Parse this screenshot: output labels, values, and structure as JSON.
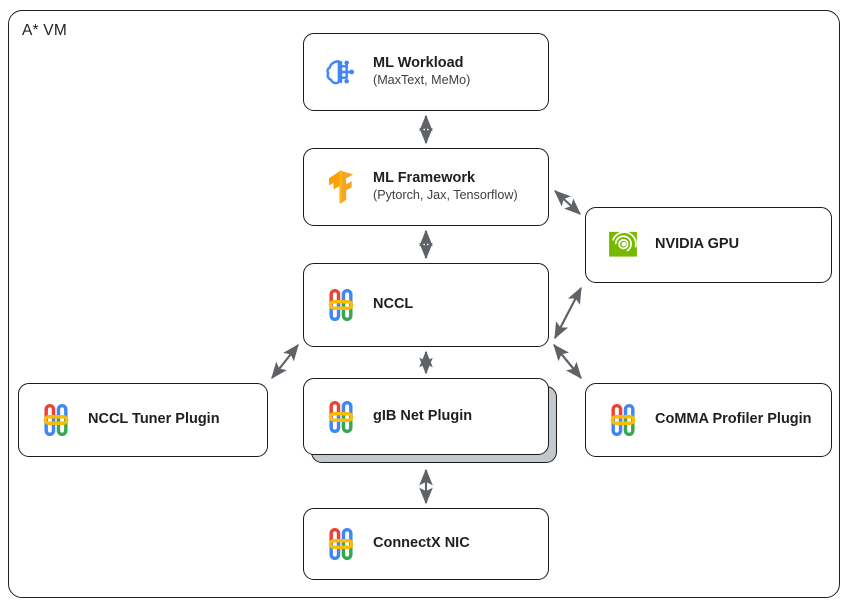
{
  "diagram": {
    "container_label": "A* VM",
    "type": "architecture-stack-diagram",
    "colors": {
      "border": "#1a1a1a",
      "text": "#1f1f1f",
      "arrow": "#5f6368",
      "stack_shadow": "#c2c8cc",
      "nvidia_green": "#76b900",
      "tensorflow_orange": "#ff9e0b",
      "workload_blue": "#4285f4",
      "google_red": "#ea4335",
      "google_blue": "#4285f4",
      "google_yellow": "#fbbc04",
      "google_green": "#34a853"
    },
    "nodes": [
      {
        "id": "ml-workload",
        "title": "ML Workload",
        "subtitle": "(MaxText, MeMo)",
        "icon": "brain-circuit-icon"
      },
      {
        "id": "ml-framework",
        "title": "ML Framework",
        "subtitle": "(Pytorch, Jax, Tensorflow)",
        "icon": "tensorflow-icon"
      },
      {
        "id": "nccl",
        "title": "NCCL",
        "subtitle": "",
        "icon": "nccl-link-icon"
      },
      {
        "id": "nvidia-gpu",
        "title": "NVIDIA GPU",
        "subtitle": "",
        "icon": "nvidia-eye-icon"
      },
      {
        "id": "nccl-tuner-plugin",
        "title": "NCCL Tuner Plugin",
        "subtitle": "",
        "icon": "nccl-link-icon"
      },
      {
        "id": "gib-net-plugin",
        "title": "gIB Net Plugin",
        "subtitle": "",
        "icon": "nccl-link-icon"
      },
      {
        "id": "comma-profiler-plugin",
        "title": "CoMMA Profiler Plugin",
        "subtitle": "",
        "icon": "nccl-link-icon"
      },
      {
        "id": "connectx-nic",
        "title": "ConnectX NIC",
        "subtitle": "",
        "icon": "nccl-link-icon"
      }
    ],
    "connections": [
      {
        "from": "ml-workload",
        "to": "ml-framework",
        "style": "bidirectional-vertical"
      },
      {
        "from": "ml-framework",
        "to": "nccl",
        "style": "bidirectional-vertical"
      },
      {
        "from": "ml-framework",
        "to": "nvidia-gpu",
        "style": "bidirectional-diagonal"
      },
      {
        "from": "nccl",
        "to": "nvidia-gpu",
        "style": "bidirectional-diagonal"
      },
      {
        "from": "nccl",
        "to": "nccl-tuner-plugin",
        "style": "bidirectional-diagonal"
      },
      {
        "from": "nccl",
        "to": "gib-net-plugin",
        "style": "bidirectional-vertical"
      },
      {
        "from": "nccl",
        "to": "comma-profiler-plugin",
        "style": "bidirectional-diagonal"
      },
      {
        "from": "gib-net-plugin",
        "to": "connectx-nic",
        "style": "bidirectional-vertical"
      }
    ]
  }
}
